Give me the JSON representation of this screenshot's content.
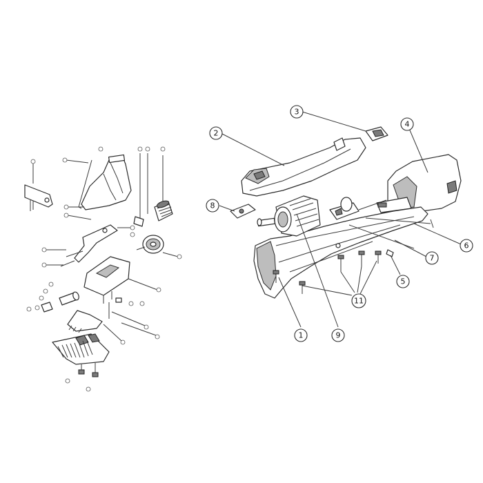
{
  "colors": {
    "line": "#2a2a2a",
    "shade": "#bdbdbd",
    "background": "#ffffff"
  },
  "callouts": [
    {
      "id": "1",
      "label": "1"
    },
    {
      "id": "2",
      "label": "2"
    },
    {
      "id": "3",
      "label": "3"
    },
    {
      "id": "4",
      "label": "4"
    },
    {
      "id": "5",
      "label": "5"
    },
    {
      "id": "6",
      "label": "6"
    },
    {
      "id": "7",
      "label": "7"
    },
    {
      "id": "8",
      "label": "8"
    },
    {
      "id": "9",
      "label": "9"
    },
    {
      "id": "11",
      "label": "11"
    }
  ]
}
